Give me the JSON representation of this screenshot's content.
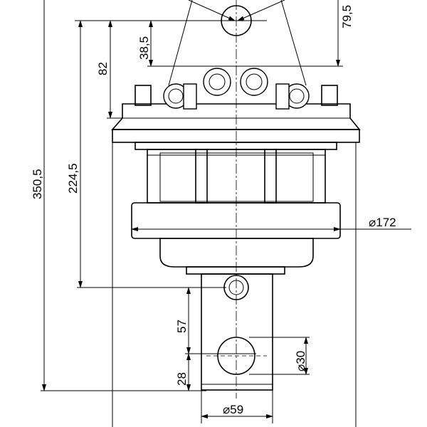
{
  "dimensions": {
    "d79_5": "79,5",
    "d38_5": "38,5",
    "d82": "82",
    "d224_5": "224,5",
    "d350_5": "350,5",
    "d172": "⌀172",
    "d57": "57",
    "d28": "28",
    "d30": "⌀30",
    "d59": "⌀59"
  }
}
